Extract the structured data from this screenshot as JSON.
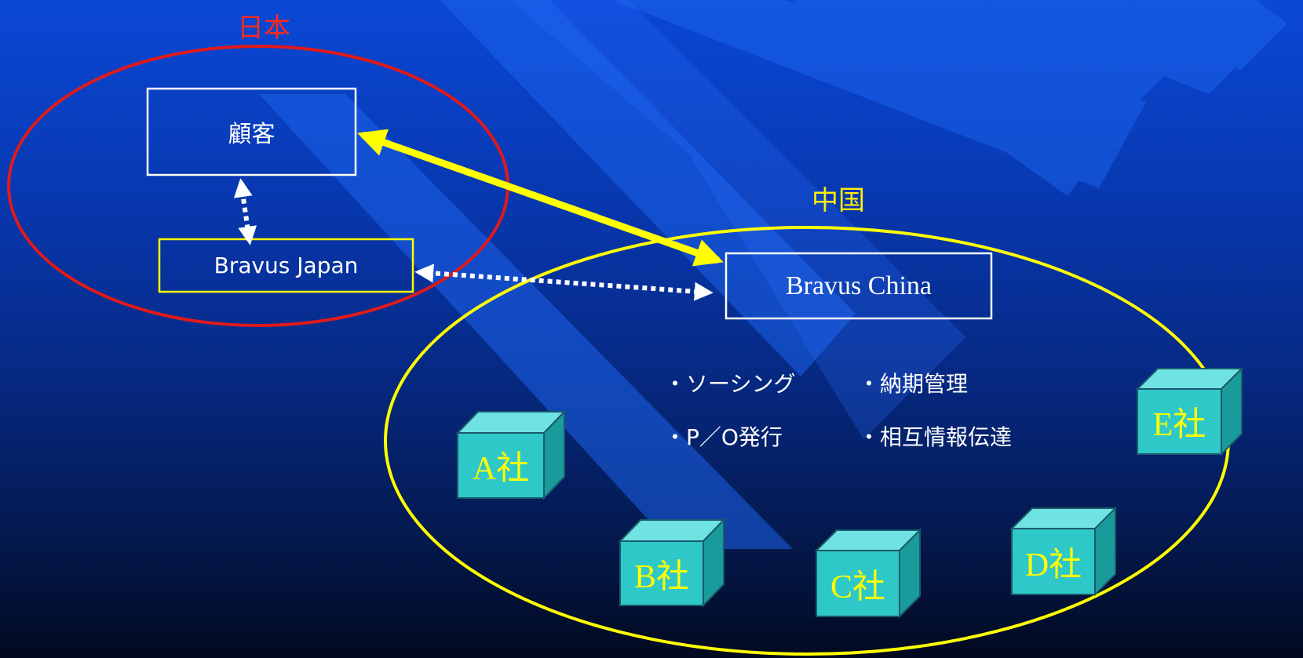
{
  "regions": {
    "japan_label": "日本",
    "china_label": "中国"
  },
  "nodes": {
    "customer": "顧客",
    "bravus_japan": "Bravus Japan",
    "bravus_china": "Bravus China"
  },
  "services": [
    "・ソーシング",
    "・納期管理",
    "・P／O発行",
    "・相互情報伝達"
  ],
  "suppliers": [
    "A社",
    "B社",
    "C社",
    "D社",
    "E社"
  ],
  "colors": {
    "japan": "#e01a1a",
    "china": "#ffff00",
    "japan_label": "#ff2a1a",
    "china_label": "#ffee00",
    "cube_face": "#2ec8c8",
    "cube_text": "#ffff00",
    "arrow": "#ffff00"
  }
}
